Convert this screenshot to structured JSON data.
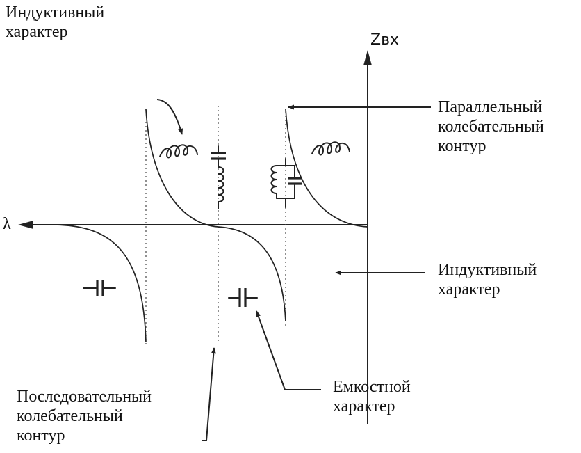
{
  "axes": {
    "y_label": "Zвх",
    "x_label": "λ"
  },
  "labels": {
    "inductive_top": [
      "Индуктивный",
      "характер"
    ],
    "parallel_circuit": [
      "Параллельный",
      "колебательный",
      "контур"
    ],
    "inductive_right": [
      "Индуктивный",
      "характер"
    ],
    "capacitive": [
      "Емкостной",
      "характер"
    ],
    "series_circuit": [
      "Последовательный",
      "колебательный",
      "контур"
    ]
  }
}
